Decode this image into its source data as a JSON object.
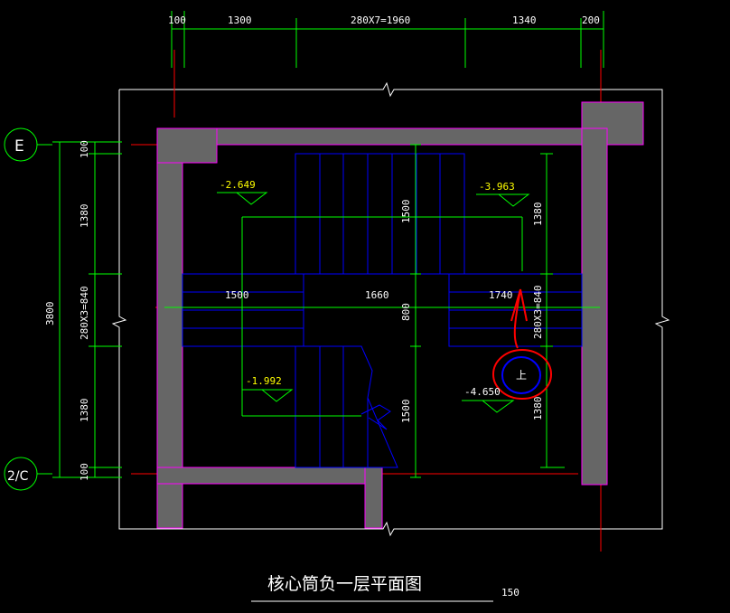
{
  "drawing": {
    "title": "核心筒负一层平面图",
    "scale": "150",
    "axes": {
      "top": "E",
      "bottom": "2/C"
    },
    "top_dimensions": [
      "100",
      "1300",
      "280X7=1960",
      "1340",
      "200"
    ],
    "left_dimensions": [
      "100",
      "1380",
      "280X3=840",
      "1380",
      "100"
    ],
    "left_total": "3800",
    "inner_dimensions": {
      "landing_left": "1500",
      "landing_mid": "1660",
      "landing_right": "1740",
      "stair_upper": "1500",
      "gap": "800",
      "stair_lower": "1500",
      "right_upper": "1380",
      "right_mid": "280X3=840",
      "right_lower": "1380"
    },
    "elevations": [
      "-2.649",
      "-3.963",
      "-1.992",
      "-4.650"
    ],
    "up_label": "上"
  },
  "colors": {
    "background": "#000000",
    "wall_fill": "#666666",
    "wall_outline": "#ff00ff",
    "dimension": "#00ff00",
    "stair": "#0000ff",
    "axis_line": "#ff0000",
    "elevation": "#ffff00",
    "markup": "#ff0000"
  }
}
